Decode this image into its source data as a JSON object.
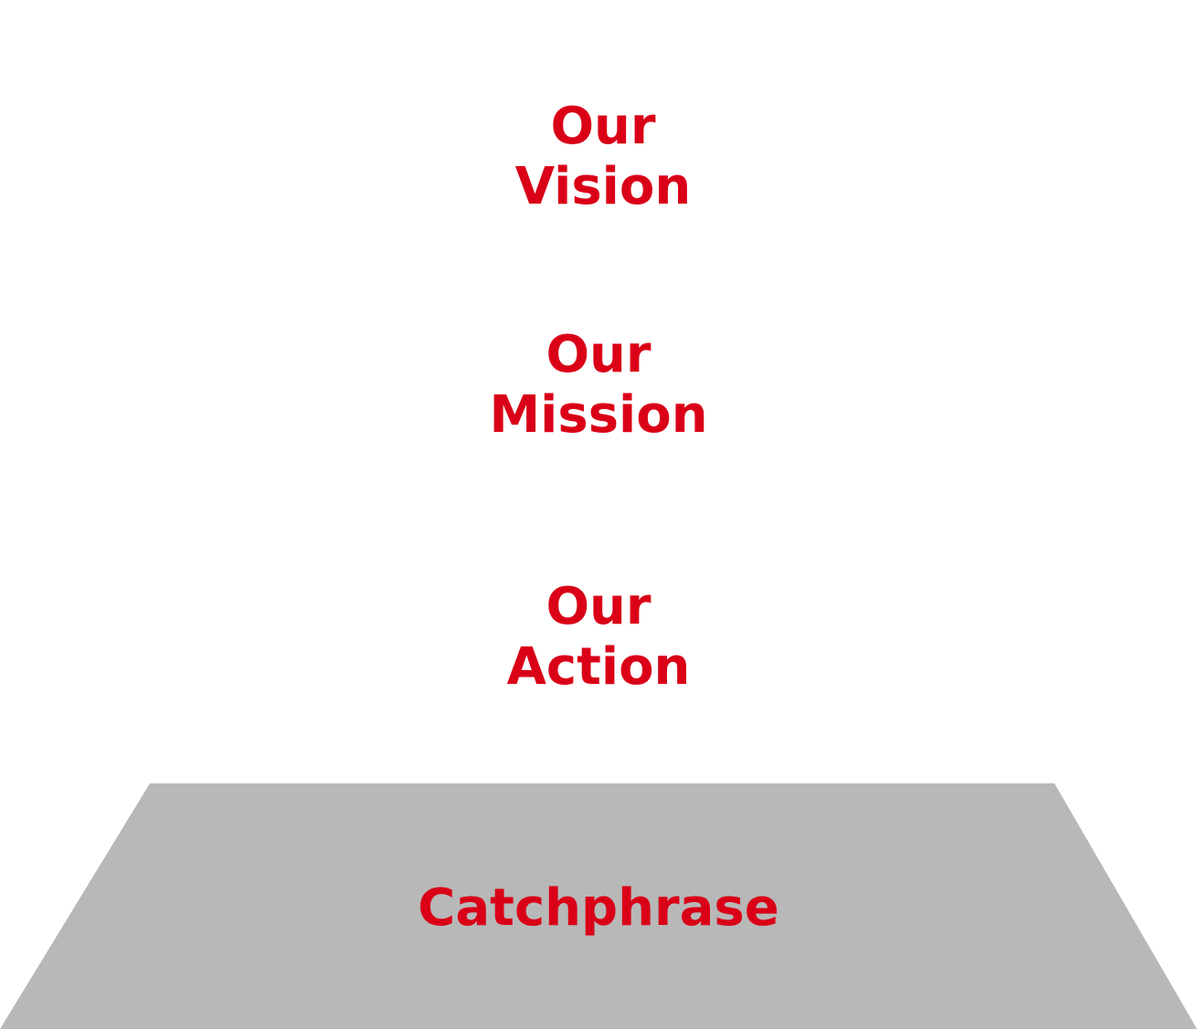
{
  "levels": [
    {
      "line1": "Our",
      "line2": "Vision"
    },
    {
      "line1": "Our",
      "line2": "Mission"
    },
    {
      "line1": "Our",
      "line2": "Action"
    }
  ],
  "base": {
    "label": "Catchphrase"
  },
  "colors": {
    "text": "#d90017",
    "base_fill": "#b8b8b8",
    "background": "#ffffff"
  }
}
